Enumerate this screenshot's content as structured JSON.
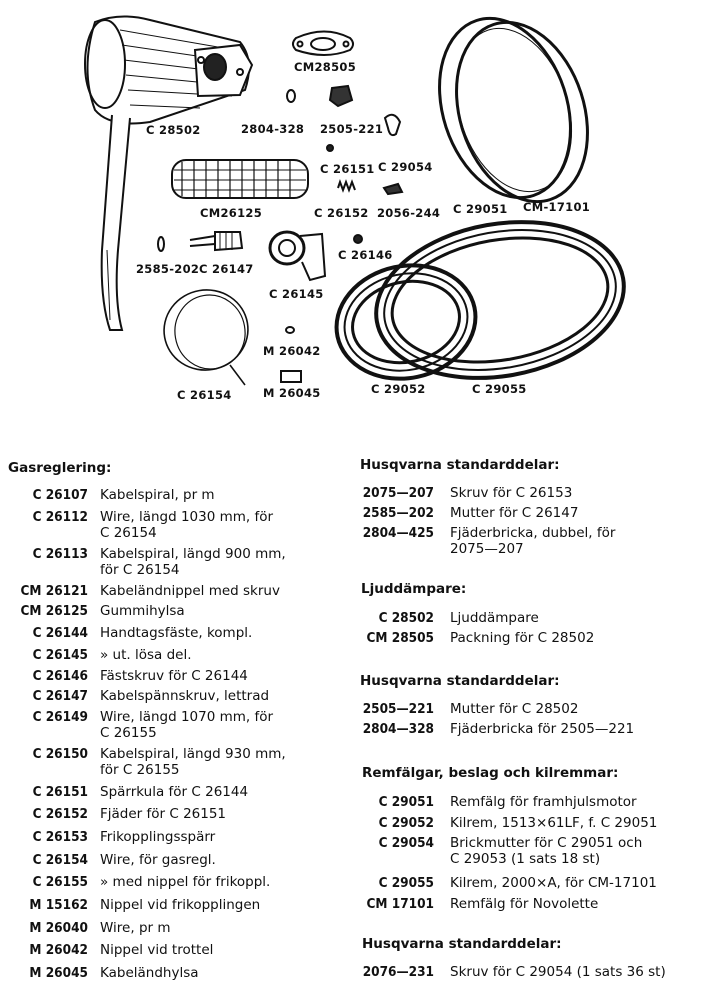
{
  "figure_labels": {
    "c28502": "C 28502",
    "cm28505": "CM28505",
    "p2804_328": "2804-328",
    "p2505_221": "2505-221",
    "c26151": "C 26151",
    "c29054": "C 29054",
    "cm26125": "CM26125",
    "c26152": "C 26152",
    "p2056_244": "2056-244",
    "c29051": "C 29051",
    "cm17101": "CM-17101",
    "p2585_202": "2585-202",
    "c26147": "C 26147",
    "c26146": "C 26146",
    "c26145": "C 26145",
    "m26042": "M 26042",
    "m26045": "M 26045",
    "c26154": "C 26154",
    "c29052": "C 29052",
    "c29055": "C 29055"
  },
  "gasreglering": {
    "title": "Gasreglering:",
    "items": [
      {
        "code": "C 26107",
        "desc": "Kabelspiral, pr m"
      },
      {
        "code": "C 26112",
        "desc": "Wire, längd 1030 mm, för",
        "desc2": "C 26154"
      },
      {
        "code": "C 26113",
        "desc": "Kabelspiral, längd 900 mm,",
        "desc2": "för C 26154"
      },
      {
        "code": "CM 26121",
        "desc": "Kabeländnippel med skruv"
      },
      {
        "code": "CM 26125",
        "desc": "Gummihylsa"
      },
      {
        "code": "C 26144",
        "desc": "Handtagsfäste, kompl."
      },
      {
        "code": "C 26145",
        "desc": "»          ut. lösa del."
      },
      {
        "code": "C 26146",
        "desc": "Fästskruv för C 26144"
      },
      {
        "code": "C 26147",
        "desc": "Kabelspännskruv, lettrad"
      },
      {
        "code": "C 26149",
        "desc": "Wire, längd 1070 mm, för",
        "desc2": "C 26155"
      },
      {
        "code": "C 26150",
        "desc": "Kabelspiral, längd 930 mm,",
        "desc2": "för C 26155"
      },
      {
        "code": "C 26151",
        "desc": "Spärrkula för C 26144"
      },
      {
        "code": "C 26152",
        "desc": "Fjäder för C 26151"
      },
      {
        "code": "C 26153",
        "desc": "Frikopplingsspärr"
      },
      {
        "code": "C 26154",
        "desc": "Wire, för gasregl."
      },
      {
        "code": "C 26155",
        "desc": "   »     med nippel för frikoppl."
      },
      {
        "code": "M 15162",
        "desc": "Nippel vid frikopplingen"
      },
      {
        "code": "M 26040",
        "desc": "Wire, pr m"
      },
      {
        "code": "M 26042",
        "desc": "Nippel vid trottel"
      },
      {
        "code": "M 26045",
        "desc": "Kabeländhylsa"
      }
    ]
  },
  "standard1": {
    "title": "Husqvarna standarddelar:",
    "items": [
      {
        "code": "2075—207",
        "desc": "Skruv för C 26153"
      },
      {
        "code": "2585—202",
        "desc": "Mutter för C 26147"
      },
      {
        "code": "2804—425",
        "desc": "Fjäderbricka, dubbel, för",
        "desc2": "2075—207"
      }
    ]
  },
  "ljuddampare": {
    "title": "Ljuddämpare:",
    "items": [
      {
        "code": "C 28502",
        "desc": "Ljuddämpare"
      },
      {
        "code": "CM 28505",
        "desc": "Packning för C 28502"
      }
    ]
  },
  "standard2": {
    "title": "Husqvarna standarddelar:",
    "items": [
      {
        "code": "2505—221",
        "desc": "Mutter för C 28502"
      },
      {
        "code": "2804—328",
        "desc": "Fjäderbricka för 2505—221"
      }
    ]
  },
  "remfalgar": {
    "title": "Remfälgar, beslag och kilremmar:",
    "items": [
      {
        "code": "C 29051",
        "desc": "Remfälg för framhjulsmotor"
      },
      {
        "code": "C 29052",
        "desc": "Kilrem, 1513×61LF, f. C 29051"
      },
      {
        "code": "C 29054",
        "desc": "Brickmutter för C 29051 och",
        "desc2": "C 29053 (1 sats 18 st)"
      },
      {
        "code": "C 29055",
        "desc": "Kilrem, 2000×A, för CM-17101"
      },
      {
        "code": "CM 17101",
        "desc": "Remfälg för Novolette"
      }
    ]
  },
  "standard3": {
    "title": "Husqvarna standarddelar:",
    "items": [
      {
        "code": "2076—231",
        "desc": "Skruv för C 29054 (1 sats 36 st)"
      }
    ]
  }
}
